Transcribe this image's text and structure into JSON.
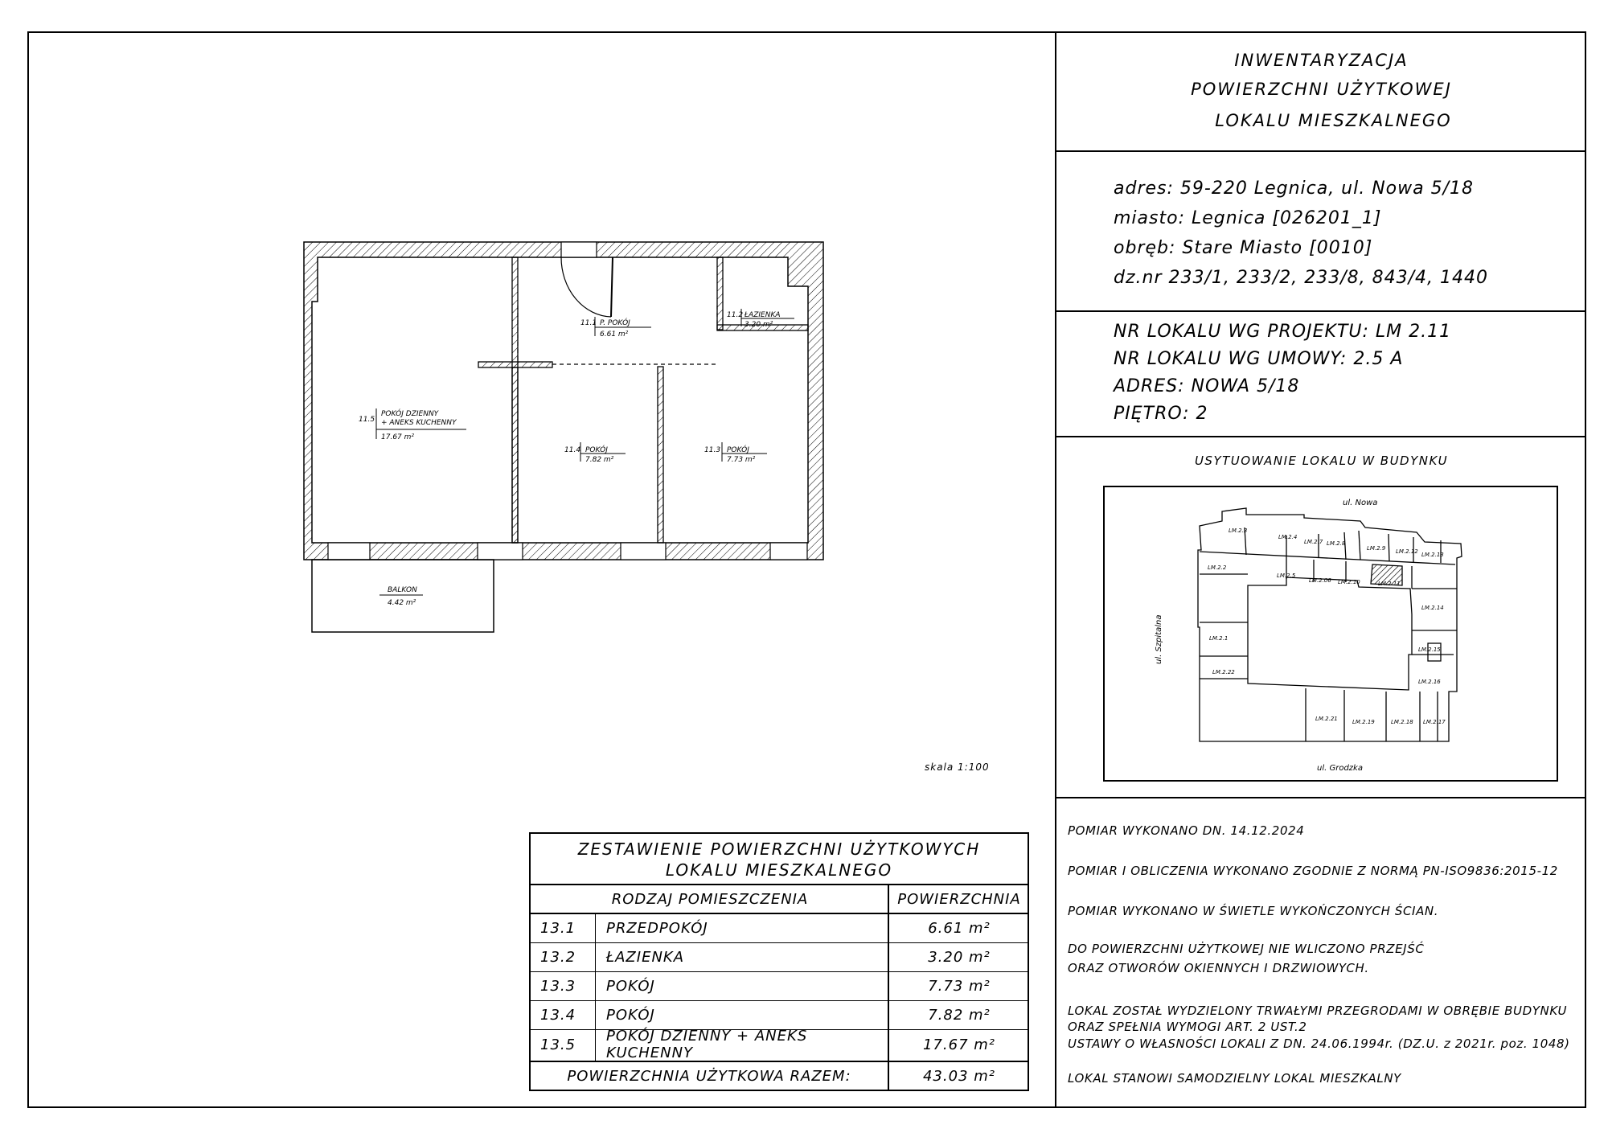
{
  "header": {
    "line1": "INWENTARYZACJA",
    "line2": "POWIERZCHNI UŻYTKOWEJ",
    "line3": "LOKALU MIESZKALNEGO"
  },
  "address": {
    "adres": "adres: 59-220  Legnica, ul. Nowa 5/18",
    "miasto": "miasto: Legnica [026201_1]",
    "obreb": "obręb: Stare Miasto [0010]",
    "dz": "dz.nr  233/1, 233/2, 233/8, 843/4, 1440"
  },
  "project": {
    "nr_projektu": "NR  LOKALU  WG  PROJEKTU: LM  2.11",
    "nr_umowy": "NR  LOKALU  WG  UMOWY: 2.5  A",
    "adres": "ADRES: NOWA 5/18",
    "pietro": "PIĘTRO: 2"
  },
  "site": {
    "title": "USYTUOWANIE  LOKALU  W  BUDYNKU",
    "street_top": "ul. Nowa",
    "street_left": "ul. Szpitalna",
    "street_bottom": "ul. Grodzka",
    "units": [
      {
        "id": "u23",
        "label": "LM.2.3"
      },
      {
        "id": "u24",
        "label": "LM.2.4"
      },
      {
        "id": "u27",
        "label": "LM.2.7"
      },
      {
        "id": "u28",
        "label": "LM.2.8"
      },
      {
        "id": "u29",
        "label": "LM.2.9"
      },
      {
        "id": "u212",
        "label": "LM.2.12"
      },
      {
        "id": "u213",
        "label": "LM.2.13"
      },
      {
        "id": "u22",
        "label": "LM.2.2"
      },
      {
        "id": "u25",
        "label": "LM.2.5"
      },
      {
        "id": "u206",
        "label": "LM.2.06"
      },
      {
        "id": "u210",
        "label": "LM.2.10"
      },
      {
        "id": "u211",
        "label": "LM.2.11"
      },
      {
        "id": "u214",
        "label": "LM.2.14"
      },
      {
        "id": "u21",
        "label": "LM.2.1"
      },
      {
        "id": "u215",
        "label": "LM.2.15"
      },
      {
        "id": "u222",
        "label": "LM.2.22"
      },
      {
        "id": "u216",
        "label": "LM.2.16"
      },
      {
        "id": "u221",
        "label": "LM.2.21"
      },
      {
        "id": "u219",
        "label": "LM.2.19"
      },
      {
        "id": "u218",
        "label": "LM.2.18"
      },
      {
        "id": "u217",
        "label": "LM.2.17"
      }
    ]
  },
  "notes": {
    "n1": "POMIAR  WYKONANO  DN. 14.12.2024",
    "n2": "POMIAR  I OBLICZENIA  WYKONANO  ZGODNIE  Z  NORMĄ  PN-ISO9836:2015-12",
    "n3": "POMIAR  WYKONANO  W  ŚWIETLE  WYKOŃCZONYCH  ŚCIAN.",
    "n4a": "DO  POWIERZCHNI UŻYTKOWEJ  NIE  WLICZONO  PRZEJŚĆ",
    "n4b": "ORAZ  OTWORÓW  OKIENNYCH  I DRZWIOWYCH.",
    "n5a": "LOKAL  ZOSTAŁ  WYDZIELONY  TRWAŁYMI PRZEGRODAMI W  OBRĘBIE  BUDYNKU",
    "n5b": "ORAZ  SPEŁNIA  WYMOGI ART. 2  UST.2",
    "n5c": "USTAWY  O  WŁASNOŚCI LOKALI Z  DN. 24.06.1994r. (DZ.U. z  2021r. poz. 1048)",
    "n6": "LOKAL  STANOWI SAMODZIELNY  LOKAL  MIESZKALNY"
  },
  "plan": {
    "scale": "skala 1:100",
    "rooms": {
      "r11": {
        "num": "11.1",
        "name": "P. POKÓJ",
        "area": "6.61  m²"
      },
      "r12": {
        "num": "11.2",
        "name": "ŁAZIENKA",
        "area": "3.20 m²"
      },
      "r13": {
        "num": "11.3",
        "name": "POKÓJ",
        "area": "7.73 m²"
      },
      "r14": {
        "num": "11.4",
        "name": "POKÓJ",
        "area": "7.82 m²"
      },
      "r15": {
        "num": "11.5",
        "name1": "POKÓJ  DZIENNY",
        "name2": "+ ANEKS  KUCHENNY",
        "area": "17.67  m²"
      }
    },
    "balcony": {
      "name": "BALKON",
      "area": "4.42  m²"
    }
  },
  "summary": {
    "title1": "ZESTAWIENIE  POWIERZCHNI UŻYTKOWYCH",
    "title2": "LOKALU  MIESZKALNEGO",
    "col_type": "RODZAJ  POMIESZCZENIA",
    "col_area": "POWIERZCHNIA",
    "rows": [
      {
        "num": "13.1",
        "name": "PRZEDPOKÓJ",
        "area": "6.61  m²"
      },
      {
        "num": "13.2",
        "name": "ŁAZIENKA",
        "area": "3.20 m²"
      },
      {
        "num": "13.3",
        "name": "POKÓJ",
        "area": "7.73 m²"
      },
      {
        "num": "13.4",
        "name": "POKÓJ",
        "area": "7.82 m²"
      },
      {
        "num": "13.5",
        "name": "POKÓJ  DZIENNY  +  ANEKS  KUCHENNY",
        "area": "17.67  m²"
      }
    ],
    "total_label": "POWIERZCHNIA  UŻYTKOWA  RAZEM:",
    "total_value": "43.03 m²"
  }
}
